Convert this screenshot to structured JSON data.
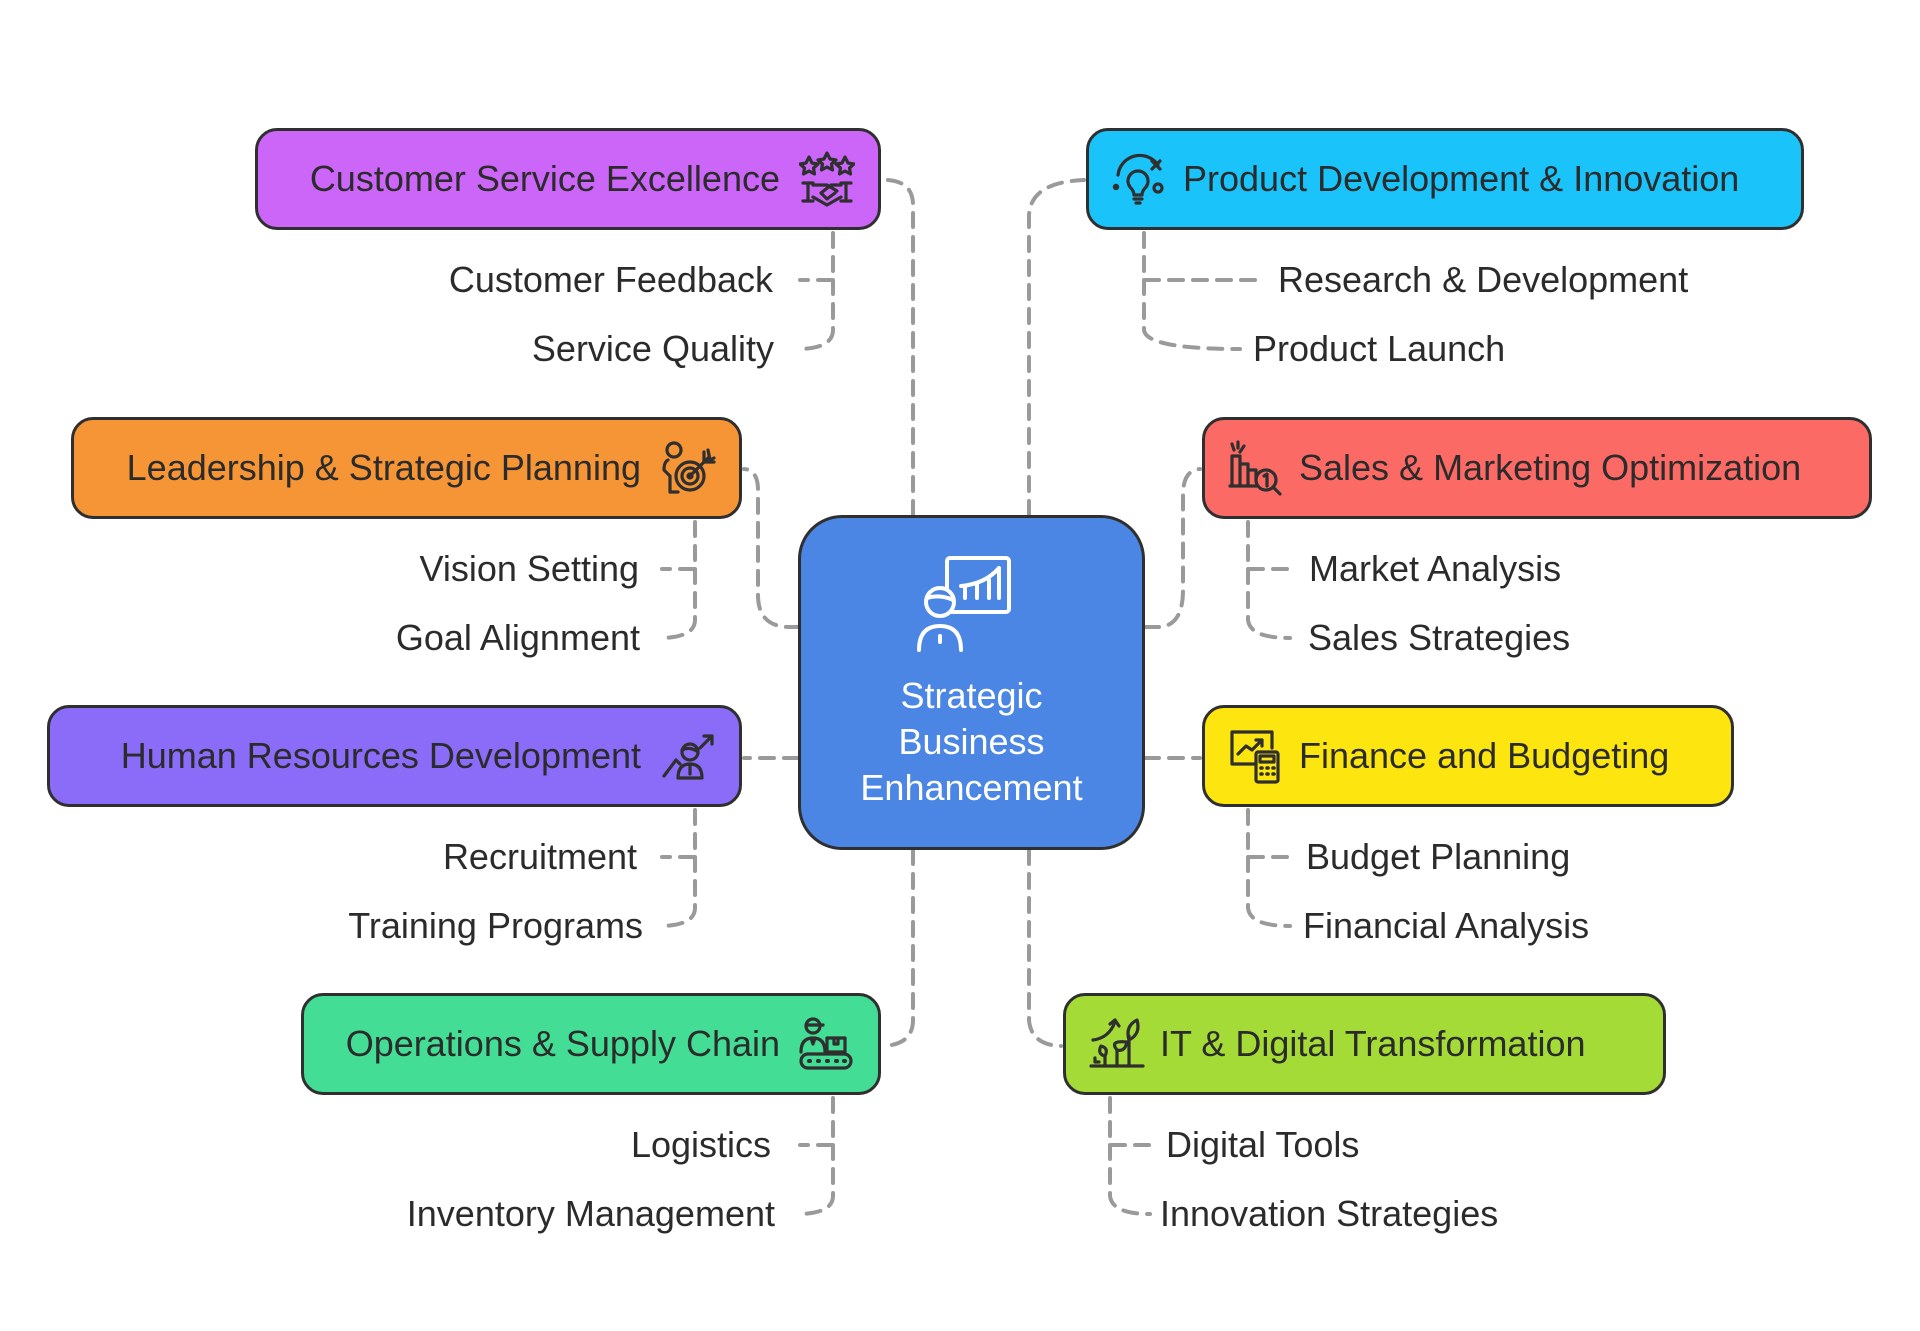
{
  "center": {
    "title_lines": [
      "Strategic",
      "Business",
      "Enhancement"
    ],
    "icon": "presentation-growth-icon",
    "color": "#4B86E4"
  },
  "topics": [
    {
      "id": "customer-service",
      "label": "Customer Service Excellence",
      "icon": "stars-handshake-icon",
      "color": "#CC66F8",
      "side": "left",
      "children": [
        "Customer Feedback",
        "Service Quality"
      ]
    },
    {
      "id": "product-development",
      "label": "Product Development & Innovation",
      "icon": "lightbulb-idea-icon",
      "color": "#1AC3F9",
      "side": "right",
      "children": [
        "Research & Development",
        "Product Launch"
      ]
    },
    {
      "id": "leadership",
      "label": "Leadership & Strategic Planning",
      "icon": "person-target-icon",
      "color": "#F69535",
      "side": "left",
      "children": [
        "Vision Setting",
        "Goal Alignment"
      ]
    },
    {
      "id": "sales-marketing",
      "label": "Sales & Marketing Optimization",
      "icon": "chart-search-icon",
      "color": "#FC6A66",
      "side": "right",
      "children": [
        "Market Analysis",
        "Sales Strategies"
      ]
    },
    {
      "id": "human-resources",
      "label": "Human Resources Development",
      "icon": "person-growth-icon",
      "color": "#8A6CF8",
      "side": "left",
      "children": [
        "Recruitment",
        "Training Programs"
      ]
    },
    {
      "id": "finance",
      "label": "Finance and Budgeting",
      "icon": "chart-calculator-icon",
      "color": "#FDE510",
      "side": "right",
      "children": [
        "Budget Planning",
        "Financial Analysis"
      ]
    },
    {
      "id": "operations",
      "label": "Operations & Supply Chain",
      "icon": "worker-conveyor-icon",
      "color": "#44DD95",
      "side": "left",
      "children": [
        "Logistics",
        "Inventory Management"
      ]
    },
    {
      "id": "it-digital",
      "label": "IT & Digital Transformation",
      "icon": "plant-growth-icon",
      "color": "#A4DB36",
      "side": "right",
      "children": [
        "Digital Tools",
        "Innovation Strategies"
      ]
    }
  ],
  "connector_color": "#9A9A9A",
  "stroke_color": "#2F2F2F"
}
